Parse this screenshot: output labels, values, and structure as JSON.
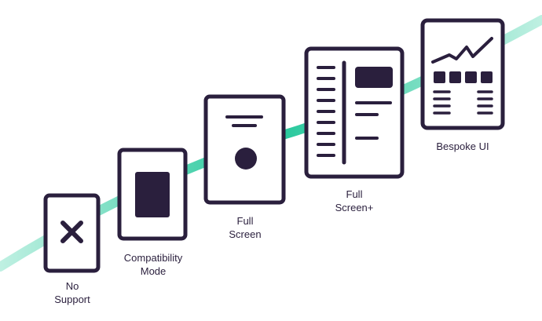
{
  "colors": {
    "ink": "#2a1f3d",
    "curve_accent": "#22c79a",
    "curve_light": "#bff0e2",
    "background": "#ffffff"
  },
  "stages": [
    {
      "id": "no-support",
      "label_lines": [
        "No",
        "Support"
      ],
      "icon": "close-x-icon"
    },
    {
      "id": "compatibility-mode",
      "label_lines": [
        "Compatibility",
        "Mode"
      ],
      "icon": "small-screen-icon"
    },
    {
      "id": "full-screen",
      "label_lines": [
        "Full",
        "Screen"
      ],
      "icon": "full-screen-page-icon"
    },
    {
      "id": "full-screen-plus",
      "label_lines": [
        "Full",
        "Screen+"
      ],
      "icon": "full-screen-plus-page-icon"
    },
    {
      "id": "bespoke-ui",
      "label_lines": [
        "Bespoke UI"
      ],
      "icon": "dashboard-chart-icon"
    }
  ]
}
